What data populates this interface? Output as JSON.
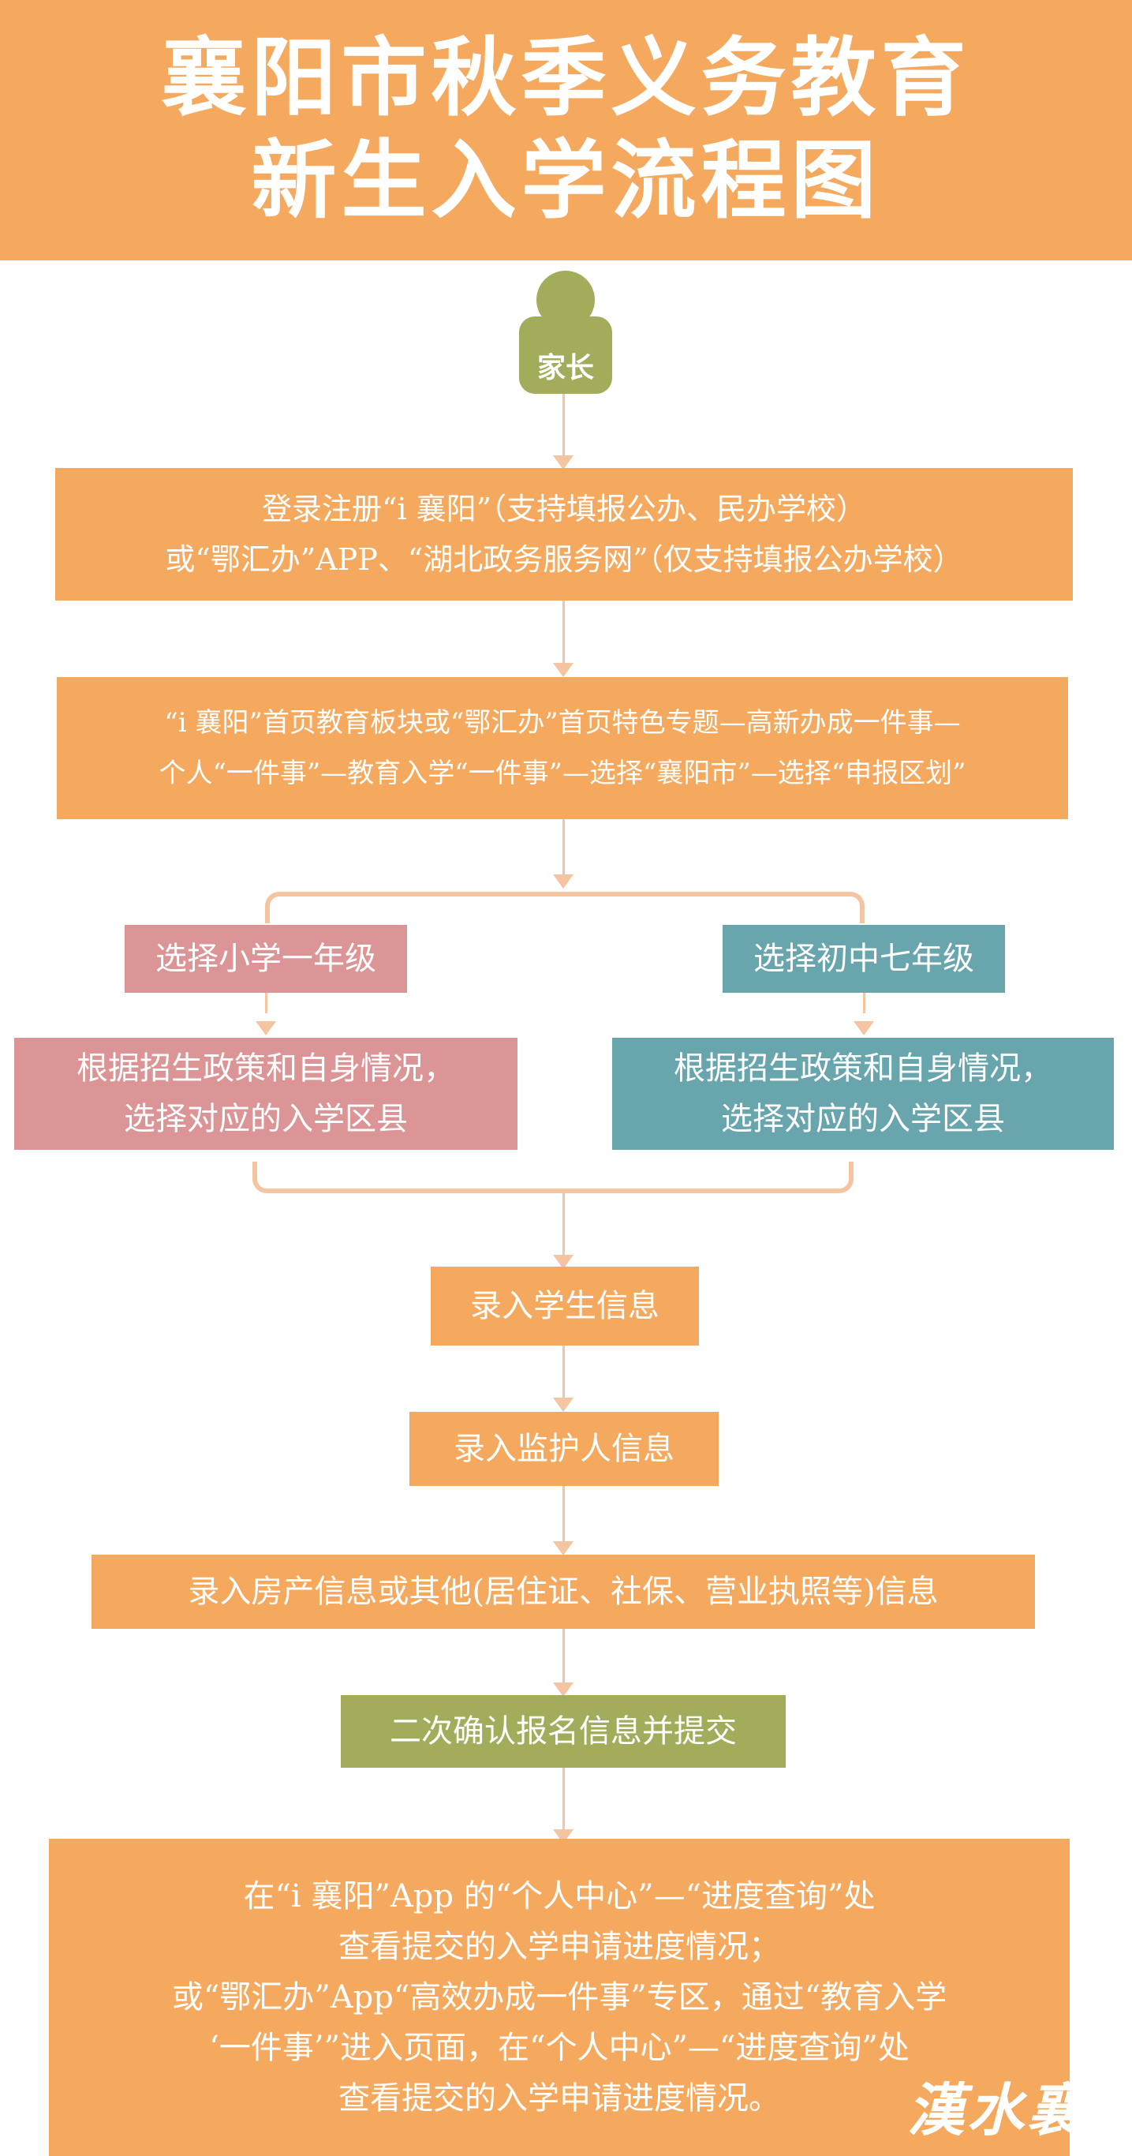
{
  "header": {
    "title_line1": "襄阳市秋季义务教育",
    "title_line2": "新生入学流程图"
  },
  "actor": {
    "label": "家长"
  },
  "steps": {
    "register_line1": "登录注册“i 襄阳”（支持填报公办、民办学校）",
    "register_line2": "或“鄂汇办”APP、“湖北政务服务网”（仅支持填报公办学校）",
    "navigate_line1": "“i 襄阳”首页教育板块或“鄂汇办”首页特色专题—高新办成一件事—",
    "navigate_line2": "个人“一件事”—教育入学“一件事”—选择“襄阳市”—选择“申报区划”",
    "primary_grade": "选择小学一年级",
    "middle_grade": "选择初中七年级",
    "primary_district_line1": "根据招生政策和自身情况，",
    "primary_district_line2": "选择对应的入学区县",
    "middle_district_line1": "根据招生政策和自身情况，",
    "middle_district_line2": "选择对应的入学区县",
    "student_info": "录入学生信息",
    "guardian_info": "录入监护人信息",
    "property_info": "录入房产信息或其他(居住证、社保、营业执照等)信息",
    "confirm_submit": "二次确认报名信息并提交",
    "check_line1": "在“i 襄阳”App 的“个人中心”—“进度查询”处",
    "check_line2": "查看提交的入学申请进度情况；",
    "check_line3": "或“鄂汇办”App“高效办成一件事”专区，通过“教育入学",
    "check_line4": "‘一件事’”进入页面，在“个人中心”—“进度查询”处",
    "check_line5": "查看提交的入学申请进度情况。"
  },
  "watermark": "漢水襄陽",
  "colors": {
    "orange": "#f5a95e",
    "pink": "#dc9596",
    "teal": "#68a5ad",
    "olive": "#a3ac5b",
    "connector": "#f5c4a0"
  }
}
